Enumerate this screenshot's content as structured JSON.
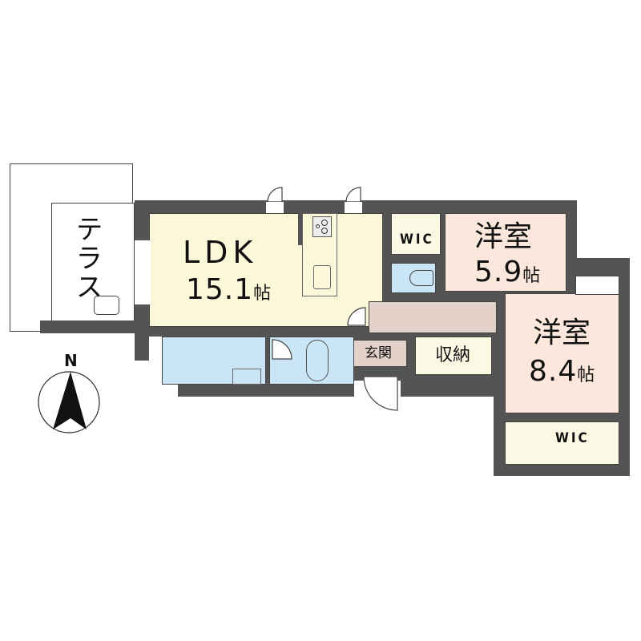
{
  "floorplan": {
    "rooms": [
      {
        "id": "ldk",
        "name": "LDK",
        "size": "15.1",
        "unit": "帖",
        "color": "#fbf8d9"
      },
      {
        "id": "western1",
        "name": "洋室",
        "size": "5.9",
        "unit": "帖",
        "color": "#fbe7dc"
      },
      {
        "id": "western2",
        "name": "洋室",
        "size": "8.4",
        "unit": "帖",
        "color": "#fbe7dc"
      },
      {
        "id": "wic1",
        "name": "WIC",
        "color": "#fbf8e4"
      },
      {
        "id": "wic2",
        "name": "WIC",
        "color": "#fbf8e4"
      },
      {
        "id": "entrance",
        "name": "玄関",
        "color": "#e3d1ca"
      },
      {
        "id": "storage",
        "name": "収納",
        "color": "#fbf8e4"
      },
      {
        "id": "terrace",
        "name": "テラス",
        "color": "#ffffff"
      },
      {
        "id": "hallway",
        "name": "",
        "color": "#e3d1ca"
      },
      {
        "id": "washroom",
        "name": "",
        "color": "#c9e5f6"
      },
      {
        "id": "bathroom",
        "name": "",
        "color": "#c9e5f6"
      },
      {
        "id": "toilet",
        "name": "",
        "color": "#c9e5f6"
      }
    ],
    "compass": {
      "label": "N"
    },
    "colors": {
      "wall": "#545454",
      "line": "#444444"
    }
  }
}
